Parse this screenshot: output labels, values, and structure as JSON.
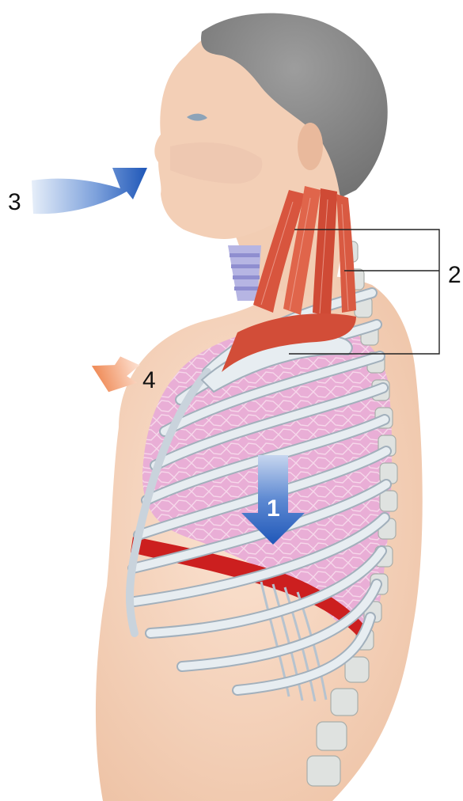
{
  "labels": {
    "diaphragm": "1",
    "neck_muscles": "2",
    "air_in": "3",
    "chest_out": "4"
  },
  "colors": {
    "skin": "#f6d4bc",
    "skin_shadow": "#e8b594",
    "hair": "#8a8a8a",
    "muscle": "#d8553e",
    "lung": "#e7a7d0",
    "bone": "#e2e8ec",
    "bone_outline": "#9aa8b4",
    "diaphragm_band": "#cc1f1f",
    "arrow_in": "#1f57b8",
    "arrow_out": "#ef8a56",
    "airway": "#a9a8dc",
    "bracket": "#222222"
  }
}
